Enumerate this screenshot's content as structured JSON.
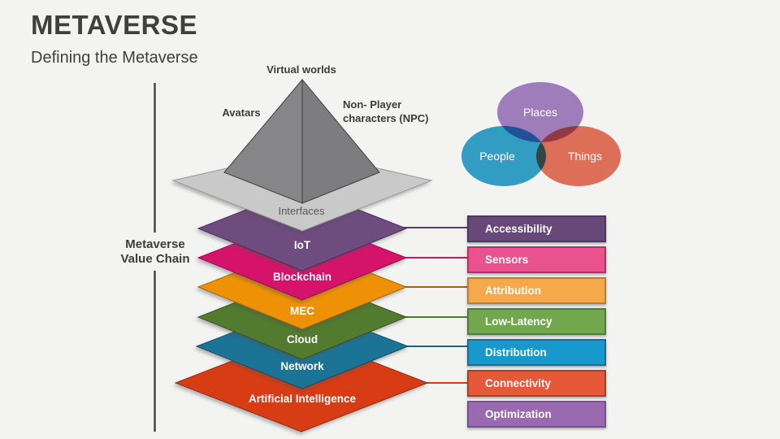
{
  "slide": {
    "title": "METAVERSE",
    "subtitle": "Defining the Metaverse"
  },
  "pyramid": {
    "top_label": "Virtual worlds",
    "left_label": "Avatars",
    "right_label_line1": "Non- Player",
    "right_label_line2": "characters (NPC)",
    "base_label": "Interfaces",
    "face_left_color": "#868689",
    "face_right_color": "#7d7d80",
    "platform_color": "#c9c9c9"
  },
  "value_chain": {
    "heading_line1": "Metaverse",
    "heading_line2": "Value Chain",
    "layers": [
      {
        "label": "IoT",
        "color": "#6e4c7f",
        "edge": "#4a2f5a"
      },
      {
        "label": "Blockchain",
        "color": "#d6136b",
        "edge": "#9c0a4e"
      },
      {
        "label": "MEC",
        "color": "#ee9107",
        "edge": "#a86405"
      },
      {
        "label": "Cloud",
        "color": "#527b2f",
        "edge": "#36531d"
      },
      {
        "label": "Network",
        "color": "#1b7495",
        "edge": "#114e66"
      },
      {
        "label": "Artificial Intelligence",
        "color": "#d83c15",
        "edge": "#952a0e"
      }
    ]
  },
  "venn": {
    "circles": [
      {
        "label": "Places",
        "color": "#a783c5"
      },
      {
        "label": "People",
        "color": "#35a4cd"
      },
      {
        "label": "Things",
        "color": "#e8735c"
      }
    ]
  },
  "boxes": [
    {
      "label": "Accessibility",
      "color": "#684879",
      "border": "#4f3660"
    },
    {
      "label": "Sensors",
      "color": "#e9538d",
      "border": "#c22868"
    },
    {
      "label": "Attribution",
      "color": "#f5a94b",
      "border": "#c17d1d"
    },
    {
      "label": "Low-Latency",
      "color": "#71a84e",
      "border": "#4e8030"
    },
    {
      "label": "Distribution",
      "color": "#1899cc",
      "border": "#0f7199"
    },
    {
      "label": "Connectivity",
      "color": "#e55939",
      "border": "#b33a1d"
    },
    {
      "label": "Optimization",
      "color": "#9a6ab0",
      "border": "#7a4f91"
    }
  ]
}
